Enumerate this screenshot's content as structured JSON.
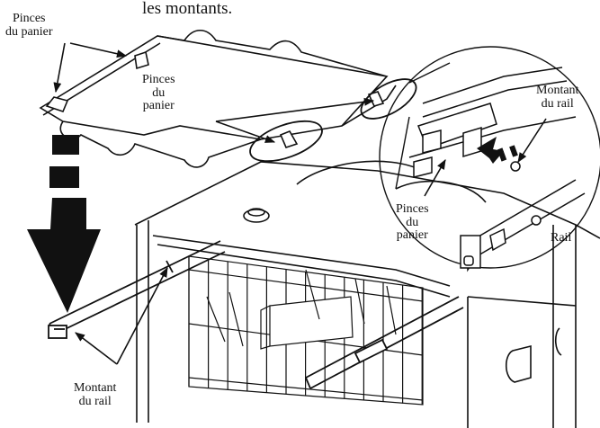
{
  "caption": "les montants.",
  "labels": {
    "pinces_top_left": [
      "Pinces",
      "du panier"
    ],
    "pinces_middle": [
      "Pinces",
      "du",
      "panier"
    ],
    "montant_rail_top_right": [
      "Montant",
      "du rail"
    ],
    "pinces_inset": [
      "Pinces",
      "du",
      "panier"
    ],
    "rail_inset": [
      "Rail"
    ],
    "montant_rail_bottom": [
      "Montant",
      "du rail"
    ]
  },
  "colors": {
    "line": "#111111",
    "background": "#ffffff"
  },
  "icons": [
    "down-arrow-icon",
    "dashed-arrow-icon"
  ]
}
